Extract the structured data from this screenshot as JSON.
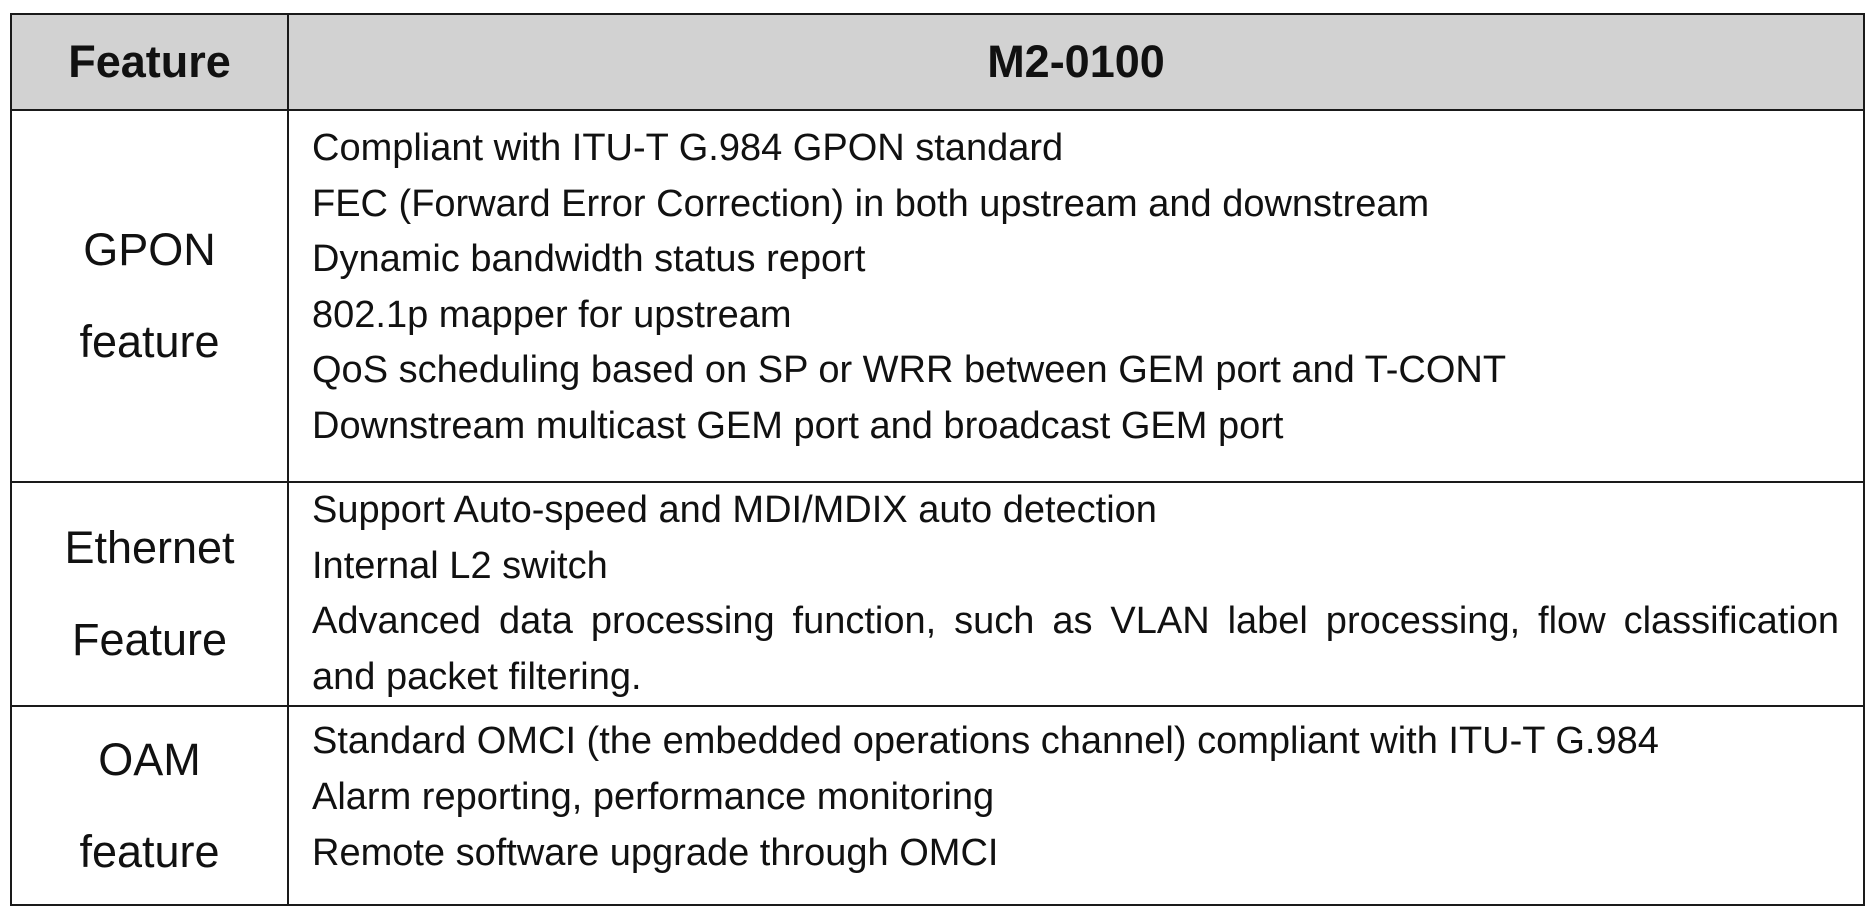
{
  "table": {
    "headers": {
      "feature": "Feature",
      "model": "M2-0100"
    },
    "rows": [
      {
        "feature_lines": [
          "GPON",
          "feature"
        ],
        "items": [
          "Compliant with ITU-T G.984 GPON standard",
          "FEC (Forward Error Correction) in both upstream and downstream",
          "Dynamic bandwidth status report",
          "802.1p mapper for upstream",
          "QoS scheduling based on SP or WRR between GEM port and T-CONT",
          "Downstream multicast GEM port and broadcast GEM port"
        ]
      },
      {
        "feature_lines": [
          "Ethernet",
          "Feature"
        ],
        "items": [
          "Support Auto-speed and MDI/MDIX auto detection",
          "Internal L2 switch",
          "Advanced data processing function, such as VLAN label processing, flow classification and packet filtering."
        ]
      },
      {
        "feature_lines": [
          "OAM",
          "feature"
        ],
        "items": [
          "Standard OMCI (the embedded operations channel) compliant with ITU-T G.984",
          "Alarm reporting, performance monitoring",
          "Remote software upgrade through OMCI"
        ]
      }
    ]
  }
}
